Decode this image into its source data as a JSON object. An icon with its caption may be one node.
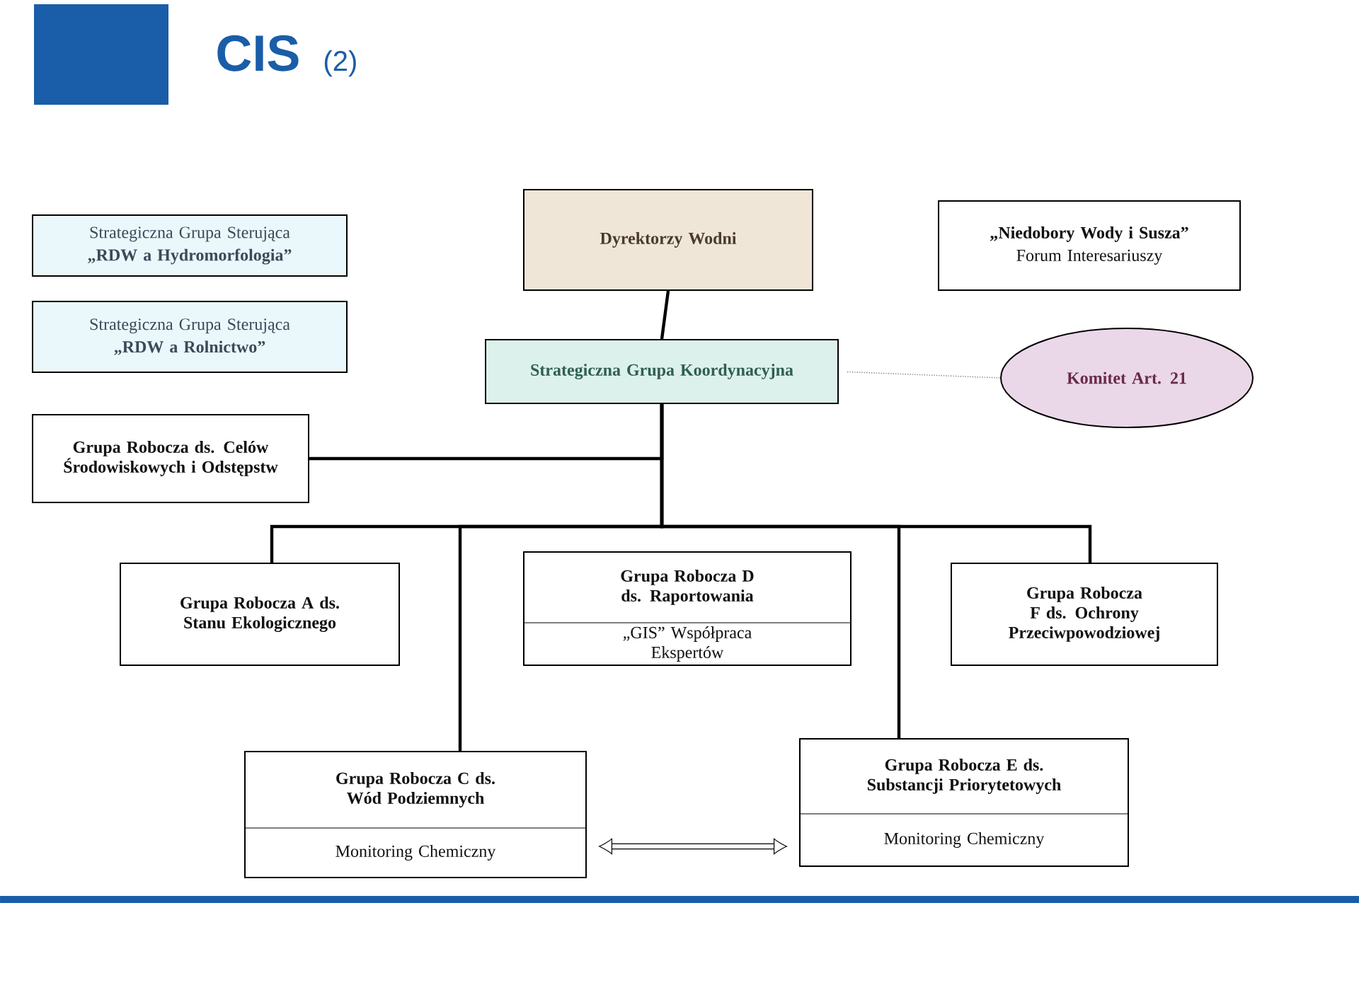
{
  "diagram": {
    "title": "CIS",
    "nodes": [
      {
        "text": [
          "Strategiczna Grupa Sterująca",
          "„RDW a Hydromorfologia”"
        ]
      },
      {
        "text": [
          "Dyrektorzy Wodni"
        ]
      },
      {
        "text": [
          "„Niedobory Wody i Susza”",
          "Forum Interesariuszy"
        ]
      },
      {
        "text": [
          "Strategiczna Grupa Sterująca",
          "„RDW a Rolnictwo”"
        ]
      },
      {
        "text": [
          "Strategiczna Grupa Koordynacyjna"
        ]
      },
      {
        "text": [
          "Komitet Art. 21"
        ]
      },
      {
        "text": [
          "Grupa Robocza ds. Celów Środowiskowych i Odstępstw"
        ]
      },
      {
        "text": [
          "Grupa Robocza A ds. Stanu Ekologicznego"
        ]
      },
      {
        "text": [
          "Grupa Robocza D ds. Raportowania",
          "„GIS” Współpraca Ekspertów"
        ]
      },
      {
        "text": [
          "Grupa Robocza F ds. Ochrony Przeciwpowodziowej"
        ]
      },
      {
        "text": [
          "Grupa Robocza C ds. Wód Podziemnych",
          "Monitoring Chemiczny"
        ]
      },
      {
        "text": [
          "Grupa Robocza E ds. Substancji Priorytetowych",
          "Monitoring Chemiczny"
        ]
      }
    ],
    "edges": [
      {
        "from": 1,
        "to": 4,
        "arrow": "none"
      },
      {
        "from": 4,
        "to": 5,
        "arrow": "none",
        "style": "dashed",
        "color": "#808080"
      },
      {
        "from": 4,
        "to": 6,
        "arrow": "none"
      },
      {
        "from": 4,
        "to": 7,
        "arrow": "none"
      },
      {
        "from": 4,
        "to": 10,
        "arrow": "none"
      },
      {
        "from": 4,
        "to": 11,
        "arrow": "none"
      },
      {
        "from": 4,
        "to": 9,
        "arrow": "none"
      },
      {
        "from": 10,
        "to": 11,
        "arrow": "both",
        "style": "thick"
      }
    ],
    "labels": [
      "(2)"
    ]
  }
}
